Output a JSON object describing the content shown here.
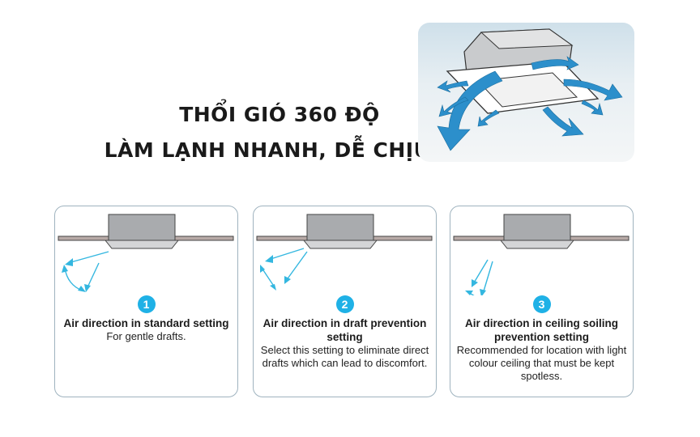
{
  "headline": {
    "line1": "THỔI GIÓ 360 ĐỘ",
    "line2": "LÀM LẠNH NHANH, DỄ CHỊU"
  },
  "hero_image": {
    "description": "ceiling-cassette-360-airflow-illustration",
    "arrow_color": "#2c8fcb"
  },
  "cards": [
    {
      "number": "1",
      "title": "Air direction in standard setting",
      "description": "For gentle drafts."
    },
    {
      "number": "2",
      "title": "Air direction in draft prevention setting",
      "description": "Select this setting to eliminate direct drafts which can lead to discomfort."
    },
    {
      "number": "3",
      "title": "Air direction in ceiling soiling prevention setting",
      "description": "Recommended for location with light colour ceiling that must be kept spotless."
    }
  ],
  "colors": {
    "badge": "#1fb1e6",
    "arrow": "#34b7e0",
    "card_border": "#9fb3bf",
    "unit_gray": "#a9abae"
  }
}
